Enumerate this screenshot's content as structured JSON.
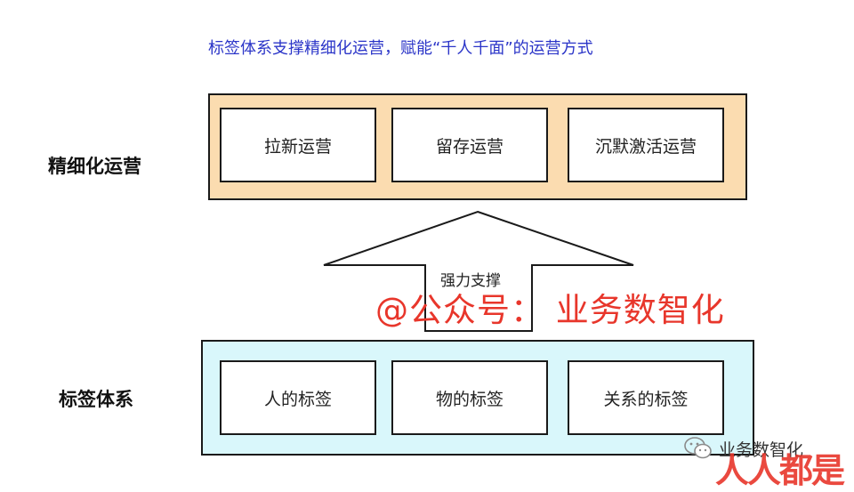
{
  "title": "标签体系支撑精细化运营，赋能“千人千面”的运营方式",
  "top_row": {
    "label": "精细化运营",
    "items": [
      "拉新运营",
      "留存运营",
      "沉默激活运营"
    ]
  },
  "arrow": {
    "label": "强力支撑"
  },
  "bottom_row": {
    "label": "标签体系",
    "items": [
      "人的标签",
      "物的标签",
      "关系的标签"
    ]
  },
  "watermark": "@公众号：  业务数智化",
  "footer": {
    "wechat_text": "业务数智化",
    "brand_text": "人人都是"
  },
  "colors": {
    "title": "#2b35c8",
    "top_panel": "#fbdcb0",
    "bottom_panel": "#d9f7fb",
    "watermark": "#e8362b"
  }
}
